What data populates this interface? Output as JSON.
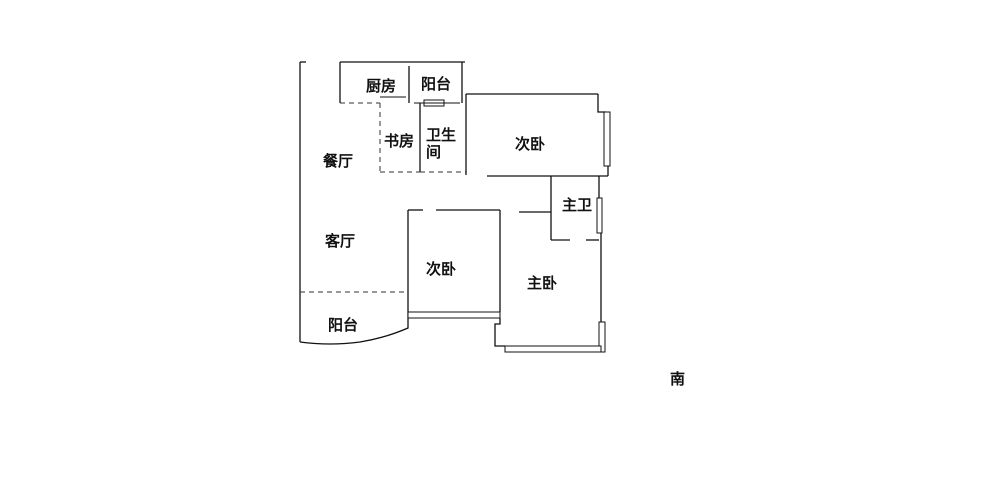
{
  "rooms": {
    "kitchen": "厨房",
    "balcony_top": "阳台",
    "study": "书房",
    "bathroom_line1": "卫生",
    "bathroom_line2": "间",
    "secondary_bedroom_east": "次卧",
    "dining_room": "餐厅",
    "master_bathroom": "主卫",
    "living_room": "客厅",
    "secondary_bedroom_south": "次卧",
    "master_bedroom": "主卧",
    "balcony_bottom": "阳台"
  },
  "orientation": "南"
}
